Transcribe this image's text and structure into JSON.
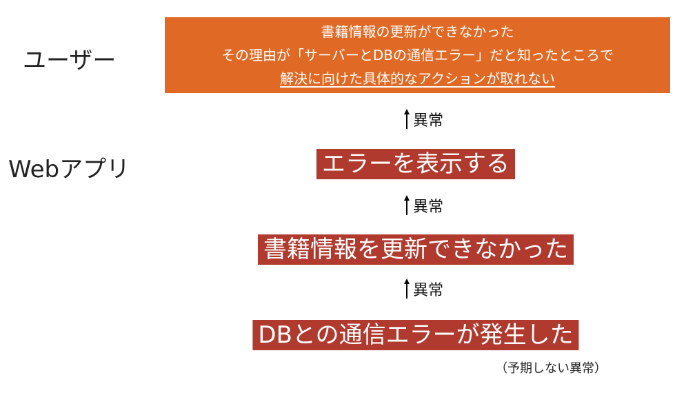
{
  "layers": {
    "user": "ユーザー",
    "webapp": "Webアプリ"
  },
  "user_box": {
    "line1": "書籍情報の更新ができなかった",
    "line2": "その理由が「サーバーとDBの通信エラー」だと知ったところで",
    "line3": "解決に向けた具体的なアクションが取れない"
  },
  "steps": {
    "error_display": "エラーを表示する",
    "update_failed": "書籍情報を更新できなかった",
    "db_error": "DBとの通信エラーが発生した"
  },
  "anomaly_label": "異常",
  "note": "（予期しない異常）",
  "colors": {
    "user_box": "#e06a25",
    "step_box": "#b03a2e",
    "arrow": "#000000"
  }
}
